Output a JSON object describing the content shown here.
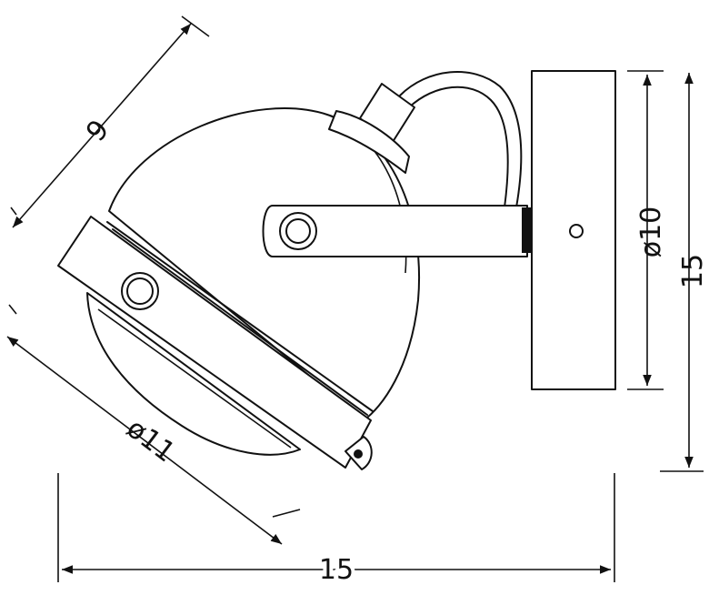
{
  "dimensions": {
    "depth": "9",
    "shade_diameter": "ø11",
    "plate_diameter": "ø10",
    "height": "15",
    "width": "15"
  },
  "colors": {
    "line": "#111111",
    "background": "#ffffff"
  }
}
